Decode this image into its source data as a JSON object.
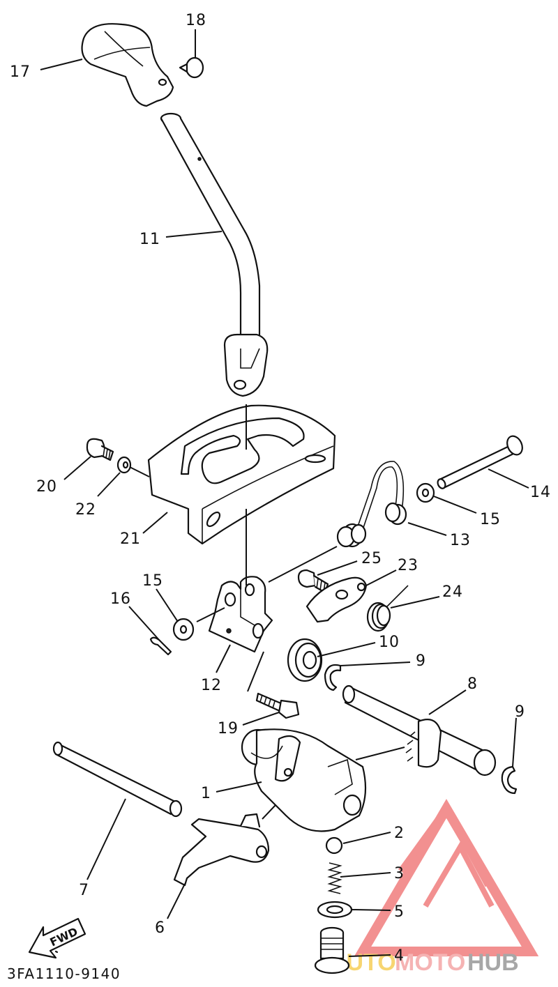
{
  "diagram": {
    "reference_code": "3FA1110-9140",
    "direction_label": "FWD",
    "callouts": [
      "17",
      "18",
      "11",
      "20",
      "22",
      "21",
      "14",
      "15",
      "13",
      "25",
      "23",
      "24",
      "16",
      "15",
      "10",
      "9",
      "12",
      "8",
      "9",
      "19",
      "1",
      "7",
      "2",
      "3",
      "5",
      "6",
      "4"
    ]
  },
  "watermark": {
    "part1": "AUTO",
    "part2": "MOTO",
    "part3": "HUB",
    "colors": {
      "auto": "#f5c842",
      "moto": "#f29a9a",
      "hub": "#8a8a8a",
      "triangle": "#ee6b6b"
    }
  }
}
